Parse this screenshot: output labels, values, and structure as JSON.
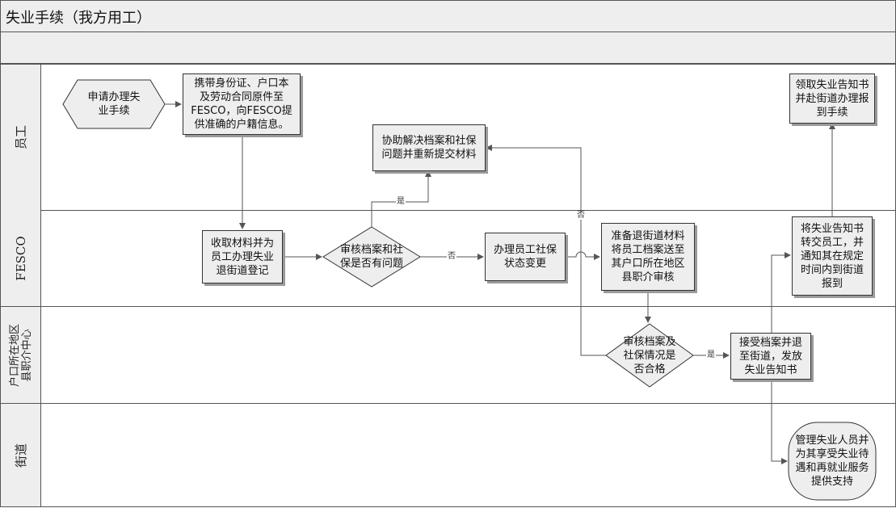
{
  "title": "失业手续（我方用工）",
  "lanes": [
    {
      "name": "员工"
    },
    {
      "name": "FESCO"
    },
    {
      "name_line1": "户口所在地区",
      "name_line2": "县职介中心"
    },
    {
      "name": "街道"
    }
  ],
  "nodes": {
    "apply": "申请办理失\n业手续",
    "bring_docs": "携带身份证、户口本\n及劳动合同原件至\nFESCO，向FESCO提\n供准确的户籍信息。",
    "assist": "协助解决档案和社保\n问题并重新提交材料",
    "collect": "收取材料并为\n员工办理失业\n退街道登记",
    "check_problem": "审核档案和社\n保是否有问题",
    "change_status": "办理员工社保\n状态变更",
    "prepare": "准备退街道材料\n将员工档案送至\n其户口所在地区\n县职介审核",
    "check_ok": "审核档案及\n社保情况是\n否合格",
    "accept": "接受档案并退\n至街道，发放\n失业告知书",
    "forward": "将失业告知书\n转交员工，并\n通知其在规定\n时间内到街道\n报到",
    "receive_notice": "领取失业告知书\n并赴街道办理报\n到手续",
    "manage": "管理失业人员并\n为其享受失业待\n遇和再就业服务\n提供支持"
  },
  "edge_labels": {
    "yes_up": "是",
    "no_right": "否",
    "no_up": "否",
    "yes_right": "是"
  }
}
